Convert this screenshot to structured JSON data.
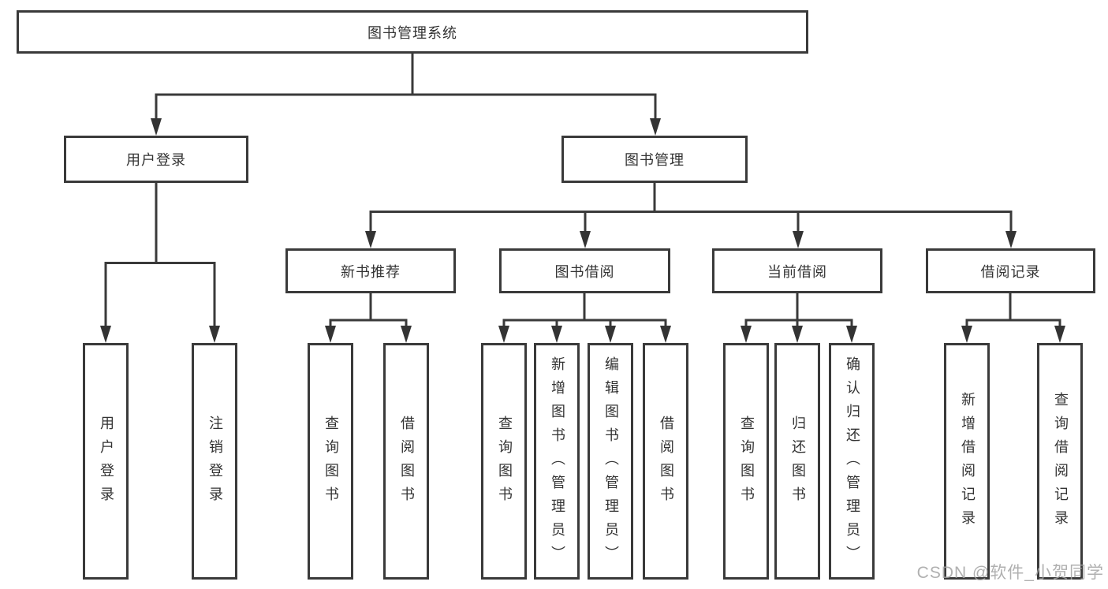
{
  "diagram": {
    "title_note": "functional structure chart",
    "root": {
      "label": "图书管理系统"
    },
    "level2": [
      {
        "label": "用户登录"
      },
      {
        "label": "图书管理"
      }
    ],
    "level3": [
      {
        "label": "新书推荐"
      },
      {
        "label": "图书借阅"
      },
      {
        "label": "当前借阅"
      },
      {
        "label": "借阅记录"
      }
    ],
    "leaves": {
      "user_login": [
        "用户登录",
        "注销登录"
      ],
      "new_book": [
        "查询图书",
        "借阅图书"
      ],
      "book_borrow": [
        "查询图书",
        "新增图书（管理员）",
        "编辑图书（管理员）",
        "借阅图书"
      ],
      "current_borrow": [
        "查询图书",
        "归还图书",
        "确认归还（管理员）"
      ],
      "borrow_record": [
        "新增借阅记录",
        "查询借阅记录"
      ]
    }
  },
  "watermark": {
    "text": "CSDN @软件_小贺同学"
  },
  "colors": {
    "line": "#3a3a3a",
    "box_border": "#3a3a3a",
    "box_fill": "#ffffff",
    "text": "#333333",
    "watermark": "#a2a2a2",
    "background": "#ffffff"
  }
}
